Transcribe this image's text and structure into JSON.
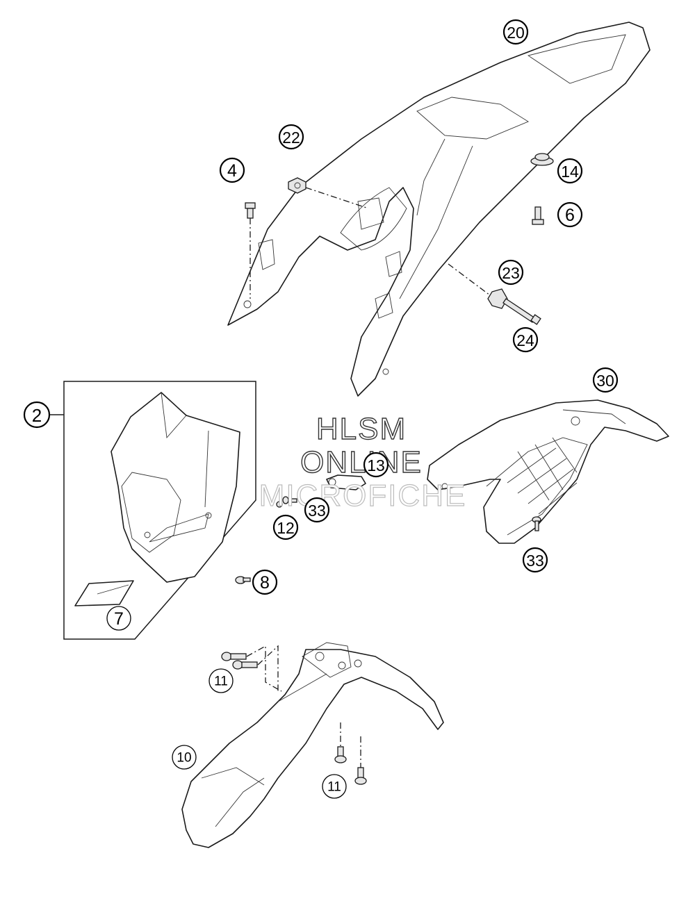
{
  "watermark": {
    "line1": "HLSM",
    "line2": "ONLINE",
    "line3": "MICROFICHE"
  },
  "callouts": {
    "c20": "20",
    "c22": "22",
    "c4": "4",
    "c14": "14",
    "c6": "6",
    "c23": "23",
    "c24": "24",
    "c2": "2",
    "c30": "30",
    "c13": "13",
    "c33a": "33",
    "c12": "12",
    "c8": "8",
    "c33b": "33",
    "c7": "7",
    "c11a": "11",
    "c10": "10",
    "c11b": "11"
  }
}
